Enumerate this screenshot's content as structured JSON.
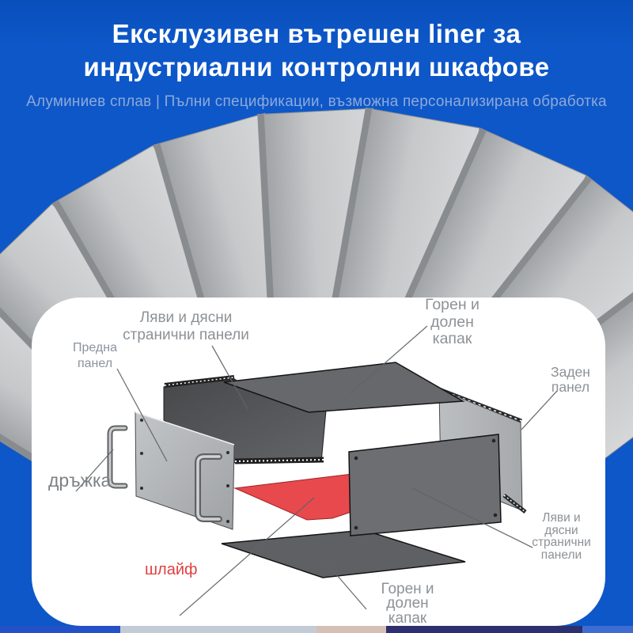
{
  "header": {
    "title": "Ексклузивен вътрешен liner за\nиндустриални контролни шкафове",
    "subtitle": "Алуминиев сплав | Пълни спецификации, възможна персонализирана обработка"
  },
  "diagram": {
    "labels": {
      "side_top": "Ляви и дясни\nстранични панели",
      "front": "Предна\nпанел",
      "handle": "дръжка",
      "top_cover": "Горен и\nдолен\nкапак",
      "back": "Заден\nпанел",
      "side_right": "Ляви и\nдясни\nстранични\nпанели",
      "grind": "шлайф",
      "bottom_cover": "Горен и\nдолен\nкапак"
    }
  },
  "colors": {
    "background_blue": "#0d57c8",
    "subtitle_blue": "#8ea9da",
    "label_gray": "#8d9297",
    "accent_red": "#e8494d",
    "panel_dark_gray": "#66686b",
    "panel_light_gray": "#b1b4b7",
    "fan_blade_gray": "#c0c2c4"
  }
}
